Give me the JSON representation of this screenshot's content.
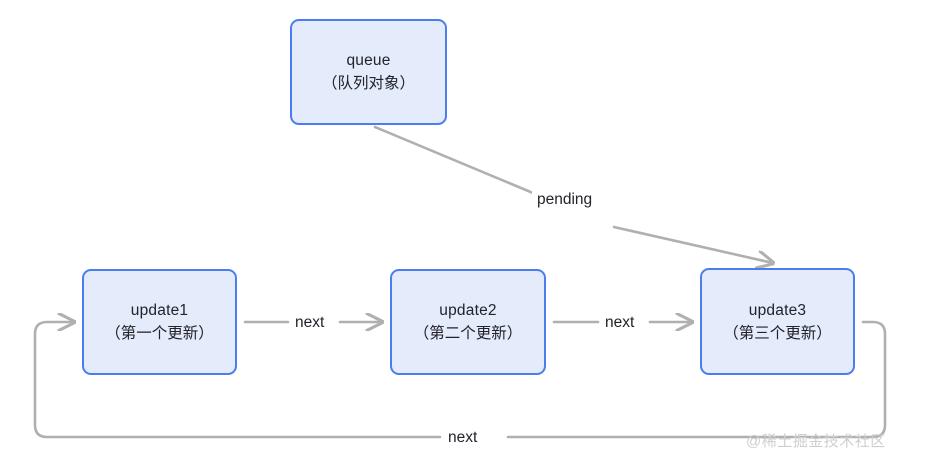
{
  "diagram": {
    "title": "update queue linked list",
    "colors": {
      "node_fill": "#e4ebfb",
      "node_border": "#4a7ef0",
      "edge": "#b0b0b0",
      "text": "#22222a",
      "watermark": "#cfcfcf",
      "background": "#ffffff"
    },
    "nodes": [
      {
        "id": "queue",
        "line1": "queue",
        "line2": "（队列对象）"
      },
      {
        "id": "update1",
        "line1": "update1",
        "line2": "（第一个更新）"
      },
      {
        "id": "update2",
        "line1": "update2",
        "line2": "（第二个更新）"
      },
      {
        "id": "update3",
        "line1": "update3",
        "line2": "（第三个更新）"
      }
    ],
    "edges": [
      {
        "id": "pending",
        "from": "queue",
        "to": "update3",
        "label": "pending"
      },
      {
        "id": "next1",
        "from": "update1",
        "to": "update2",
        "label": "next"
      },
      {
        "id": "next2",
        "from": "update2",
        "to": "update3",
        "label": "next"
      },
      {
        "id": "next3",
        "from": "update3",
        "to": "update1",
        "label": "next"
      }
    ],
    "watermark": "@稀土掘金技术社区"
  }
}
